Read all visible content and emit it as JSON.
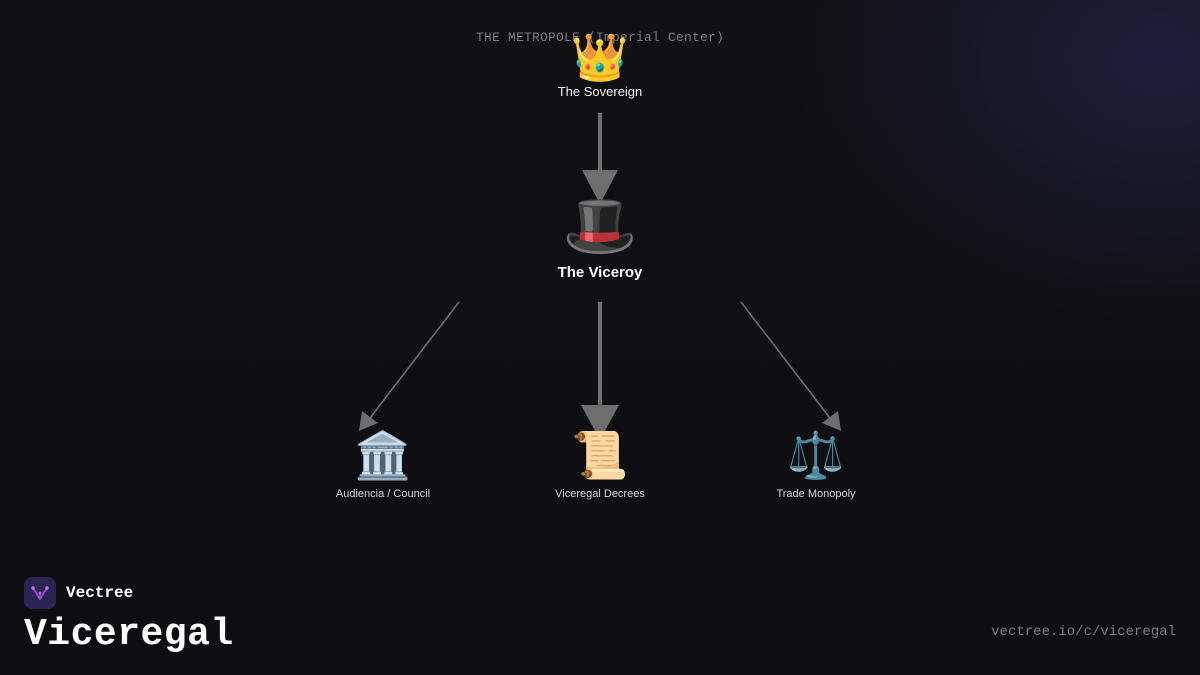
{
  "diagram": {
    "region_label": "THE METROPOLE (Imperial Center)",
    "nodes": {
      "sovereign": {
        "icon": "crown-icon",
        "emoji": "👑",
        "label": "The Sovereign"
      },
      "viceroy": {
        "icon": "top-hat-icon",
        "emoji": "🎩",
        "label": "The Viceroy"
      },
      "audiencia": {
        "icon": "classical-building-icon",
        "emoji": "🏛️",
        "label": "Audiencia / Council"
      },
      "decrees": {
        "icon": "scroll-icon",
        "emoji": "📜",
        "label": "Viceregal Decrees"
      },
      "trade": {
        "icon": "balance-scale-icon",
        "emoji": "⚖️",
        "label": "Trade Monopoly"
      }
    },
    "edges": [
      {
        "from": "sovereign",
        "to": "viceroy"
      },
      {
        "from": "viceroy",
        "to": "audiencia"
      },
      {
        "from": "viceroy",
        "to": "decrees"
      },
      {
        "from": "viceroy",
        "to": "trade"
      }
    ],
    "colors": {
      "background": "#0f0f13",
      "edge": "#6e6e6e",
      "muted_text": "#7c7c84"
    }
  },
  "brand": {
    "logo_icon": "vectree-logo-icon",
    "name": "Vectree",
    "title": "Viceregal",
    "url": "vectree.io/c/viceregal",
    "accent_color": "#2b2352"
  }
}
